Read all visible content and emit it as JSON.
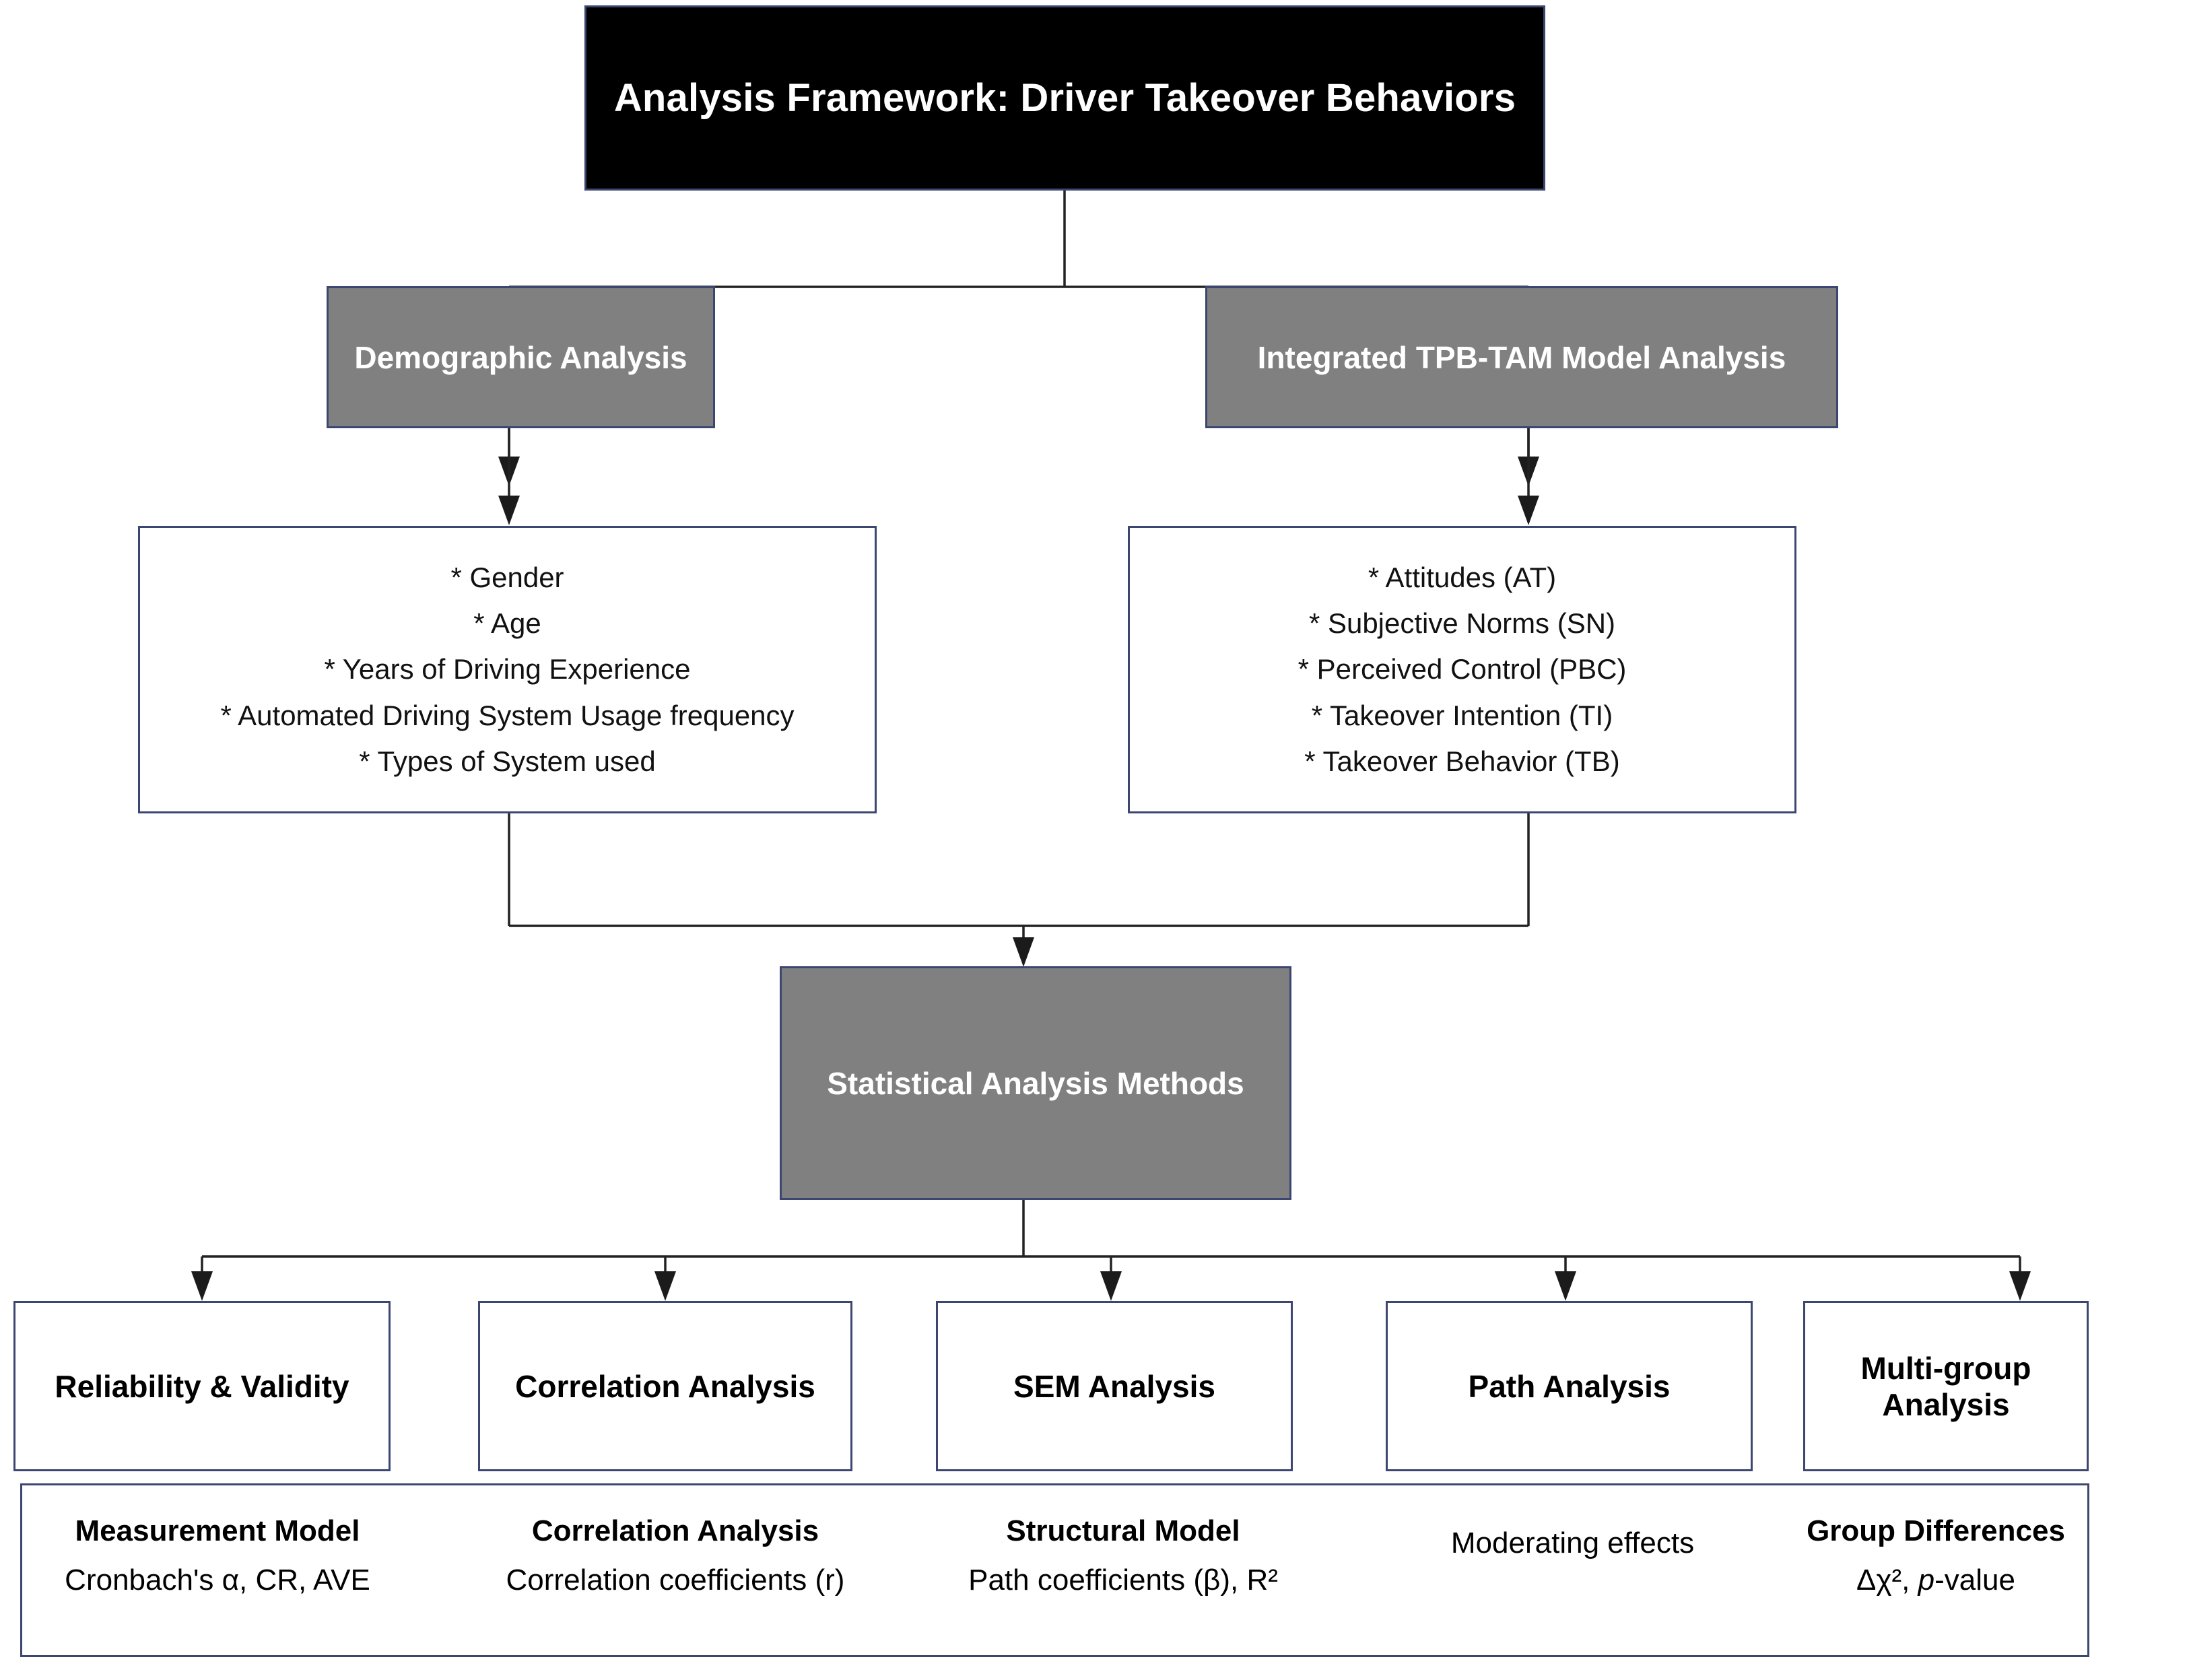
{
  "diagram": {
    "title_box": {
      "label": "Analysis Framework: Driver Takeover Behaviors"
    },
    "branches": [
      {
        "label": "Demographic Analysis"
      },
      {
        "label": "Integrated TPB-TAM Model Analysis"
      }
    ],
    "detail_boxes": [
      {
        "owner": "Demographic Analysis",
        "items": [
          "* Gender",
          "*  Age",
          "* Years of Driving Experience",
          "* Automated Driving System Usage frequency",
          "* Types of System used"
        ]
      },
      {
        "owner": "Integrated TPB-TAM Model Analysis",
        "items": [
          "* Attitudes (AT)",
          "* Subjective Norms (SN)",
          "* Perceived Control (PBC)",
          "* Takeover Intention (TI)",
          "* Takeover Behavior (TB)"
        ]
      }
    ],
    "methods_hub": {
      "label": "Statistical Analysis Methods"
    },
    "methods": [
      {
        "label": "Reliability & Validity"
      },
      {
        "label": "Correlation Analysis"
      },
      {
        "label": "SEM Analysis"
      },
      {
        "label": "Path Analysis"
      },
      {
        "label": "Multi-group Analysis"
      }
    ],
    "footer": [
      {
        "heading": "Measurement Model",
        "detail": "Cronbach's α, CR, AVE"
      },
      {
        "heading": "Correlation Analysis",
        "detail": "Correlation coefficients (r)"
      },
      {
        "heading": "Structural Model",
        "detail": "Path coefficients (β), R²"
      },
      {
        "heading": "",
        "detail": "Moderating effects"
      },
      {
        "heading": "Group Differences",
        "detail_prefix": "Δχ², ",
        "detail_italic": "p",
        "detail_suffix": "-value"
      }
    ],
    "colors": {
      "title_fill": "#000000",
      "stage_fill": "#808080",
      "box_border": "#3c4670",
      "box_fill": "#ffffff",
      "connector": "#222222",
      "text_on_dark": "#ffffff",
      "text_on_light": "#000000"
    }
  }
}
